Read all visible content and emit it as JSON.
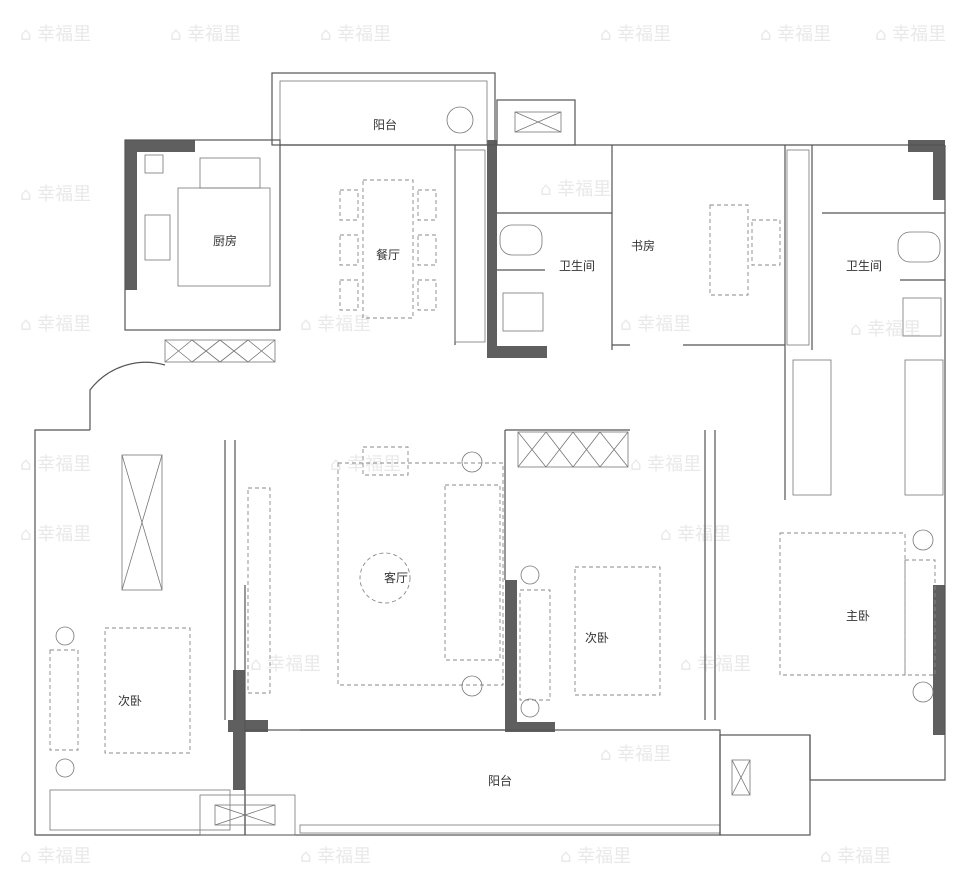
{
  "watermark": "幸福里",
  "rooms": {
    "balcony_top": "阳台",
    "kitchen": "厨房",
    "dining": "餐厅",
    "bathroom_1": "卫生间",
    "study": "书房",
    "bathroom_2": "卫生间",
    "living": "客厅",
    "bedroom_left": "次卧",
    "bedroom_middle": "次卧",
    "master_bedroom": "主卧",
    "balcony_bottom": "阳台"
  },
  "colors": {
    "wall": "#555555",
    "solid_wall": "#5f5f5f",
    "watermark": "#e9e9e9"
  }
}
